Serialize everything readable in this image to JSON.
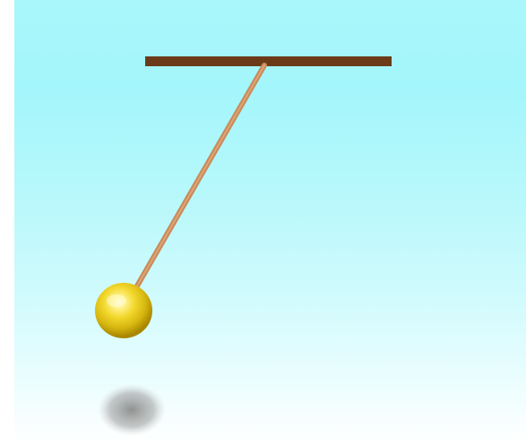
{
  "scene": {
    "description_visible_text": "",
    "colors": {
      "background_top": "#a9f7fb",
      "background_bottom": "#ffffff",
      "support_bar": "#6b3b19",
      "rod": "#c88a5a",
      "bob": "#f0d020",
      "bob_highlight": "#fffaa0",
      "bob_shade": "#b89a00",
      "shadow": "#8f8f8f"
    },
    "icons": {
      "support": "support-bar",
      "rod": "pendulum-rod",
      "bob": "pendulum-bob",
      "shadow": "bob-shadow"
    }
  }
}
